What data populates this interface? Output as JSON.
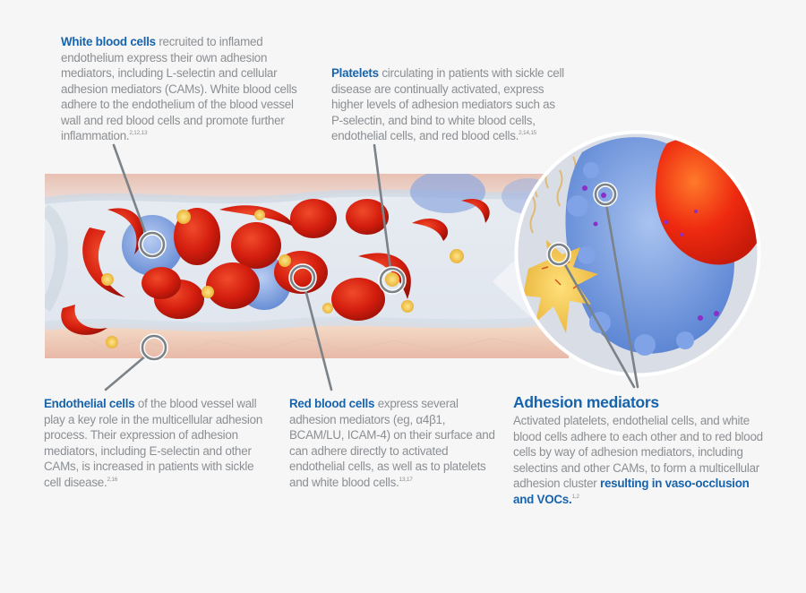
{
  "callouts": {
    "white_blood_cells": {
      "lead": "White blood cells",
      "text": " recruited to inflamed endothelium express their own adhesion mediators, including L-selectin and cellular adhesion mediators (CAMs). White blood cells adhere to the endothelium of the blood vessel wall and red blood cells and promote further inflammation.",
      "refs": "2,12,13"
    },
    "platelets": {
      "lead": "Platelets",
      "text": " circulating in patients with sickle cell disease are continually activated, express higher levels of adhesion mediators such as P-selectin, and bind to white blood cells, endothelial cells, and red blood cells.",
      "refs": "2,14,15"
    },
    "endothelial_cells": {
      "lead": "Endothelial cells",
      "text": " of the blood vessel wall play a key role in the multicellular adhesion process. Their expression of adhesion mediators, including E-selectin and other CAMs, is increased in patients with sickle cell disease.",
      "refs": "2,16"
    },
    "red_blood_cells": {
      "lead": "Red blood cells",
      "text": " express several adhesion mediators (eg, α4β1, BCAM/LU, ICAM-4) on their surface and can adhere directly to activated endothelial cells, as well as to platelets and white blood cells.",
      "refs": "13,17"
    },
    "adhesion_mediators": {
      "heading": "Adhesion mediators",
      "text": "Activated platelets, endothelial cells, and white blood cells adhere to each other and to red blood cells by way of adhesion mediators, including selectins and other CAMs, to form a multicellular adhesion cluster ",
      "emphasis": "resulting in vaso-occlusion and VOCs.",
      "refs": "1,2"
    }
  },
  "colors": {
    "background": "#f6f6f6",
    "accent_blue": "#1764ae",
    "body_text": "#8b8f93",
    "callout_line": "#7b8288",
    "rbc_red": "#d8200f",
    "wbc_blue": "#7fa3df",
    "platelet_yellow": "#f2c24a",
    "vessel_wall": "#f0d2c2"
  }
}
